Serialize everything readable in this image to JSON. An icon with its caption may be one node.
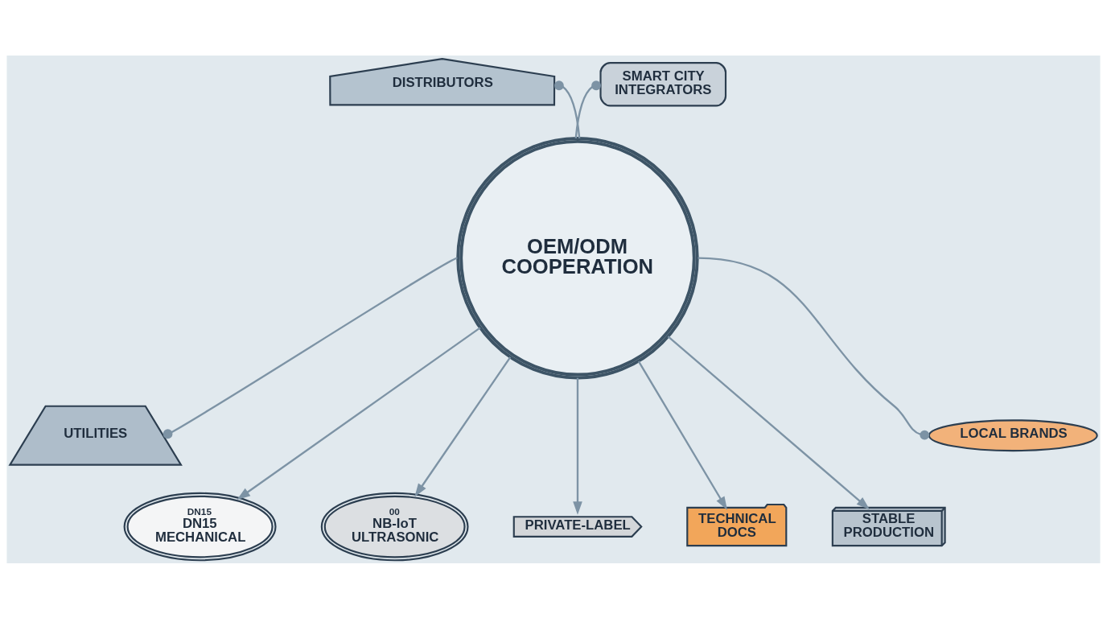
{
  "diagram": {
    "nodes": [
      {
        "text": [
          "OEM/ODM COOPERATION"
        ]
      },
      {
        "text": [
          "DISTRIBUTORS"
        ]
      },
      {
        "text": [
          "SMART CITY INTEGRATORS"
        ]
      },
      {
        "text": [
          "UTILITIES"
        ]
      },
      {
        "text": [
          "LOCAL BRANDS"
        ]
      },
      {
        "text": [
          "DN15",
          "DN15 MECHANICAL"
        ]
      },
      {
        "text": [
          "00",
          "NB-IoT ULTRASONIC"
        ]
      },
      {
        "text": [
          "PRIVATE-LABEL"
        ]
      },
      {
        "text": [
          "TECHNICAL DOCS"
        ]
      },
      {
        "text": [
          "STABLE PRODUCTION"
        ]
      }
    ],
    "edges": [
      {
        "from": 0,
        "to": 1,
        "arrow": "other"
      },
      {
        "from": 0,
        "to": 3,
        "arrow": "other"
      },
      {
        "from": 0,
        "to": 5,
        "arrow": "to"
      },
      {
        "from": 0,
        "to": 6,
        "arrow": "to"
      },
      {
        "from": 0,
        "to": 7,
        "arrow": "to"
      },
      {
        "from": 0,
        "to": 8,
        "arrow": "to"
      },
      {
        "from": 0,
        "to": 9,
        "arrow": "to"
      },
      {
        "from": 0,
        "to": 4,
        "arrow": "other"
      },
      {
        "from": 0,
        "to": 2,
        "arrow": "other"
      }
    ]
  }
}
